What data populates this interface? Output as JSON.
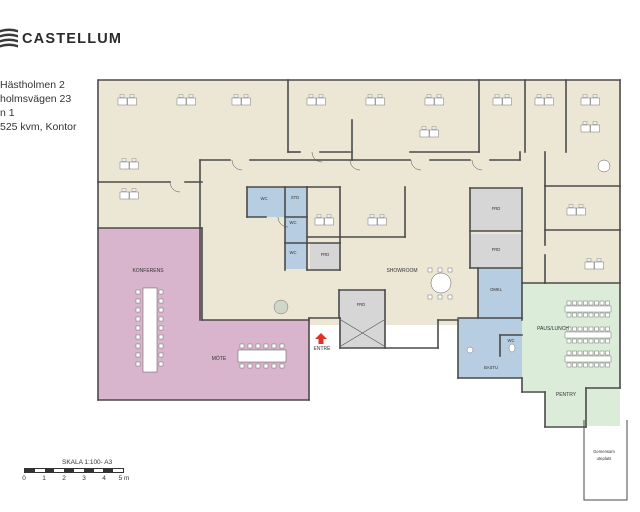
{
  "brand": {
    "name": "CASTELLUM"
  },
  "info": {
    "line1": "Hästholmen 2",
    "line2": "holmsvägen 23",
    "line3": "n 1",
    "line4": "525 kvm, Kontor"
  },
  "scale": {
    "title": "SKALA 1:100- A3",
    "ticks": [
      "0",
      "1",
      "2",
      "3",
      "4",
      "5 m"
    ]
  },
  "rooms": {
    "konferens": "KONFERENS",
    "mote": "MÖTE",
    "showroom": "SHOWROOM",
    "entre": "ENTRÉ",
    "std": "STD",
    "wc": "WC",
    "frd": "FRD",
    "omkl": "OMKL",
    "bastu": "BASTU",
    "paus_lunch": "PAUS/LUNCH",
    "pentry": "PENTRY",
    "gemensam_line1": "Gemensam",
    "gemensam_line2": "uteplats"
  },
  "colors": {
    "office": "#ece7d5",
    "conference": "#d8b5cc",
    "wet": "#b7cde2",
    "storage": "#d6d6d6",
    "pantry": "#dbedd9",
    "wall": "#4a4a4a",
    "entrance_arrow": "#e0302a"
  }
}
